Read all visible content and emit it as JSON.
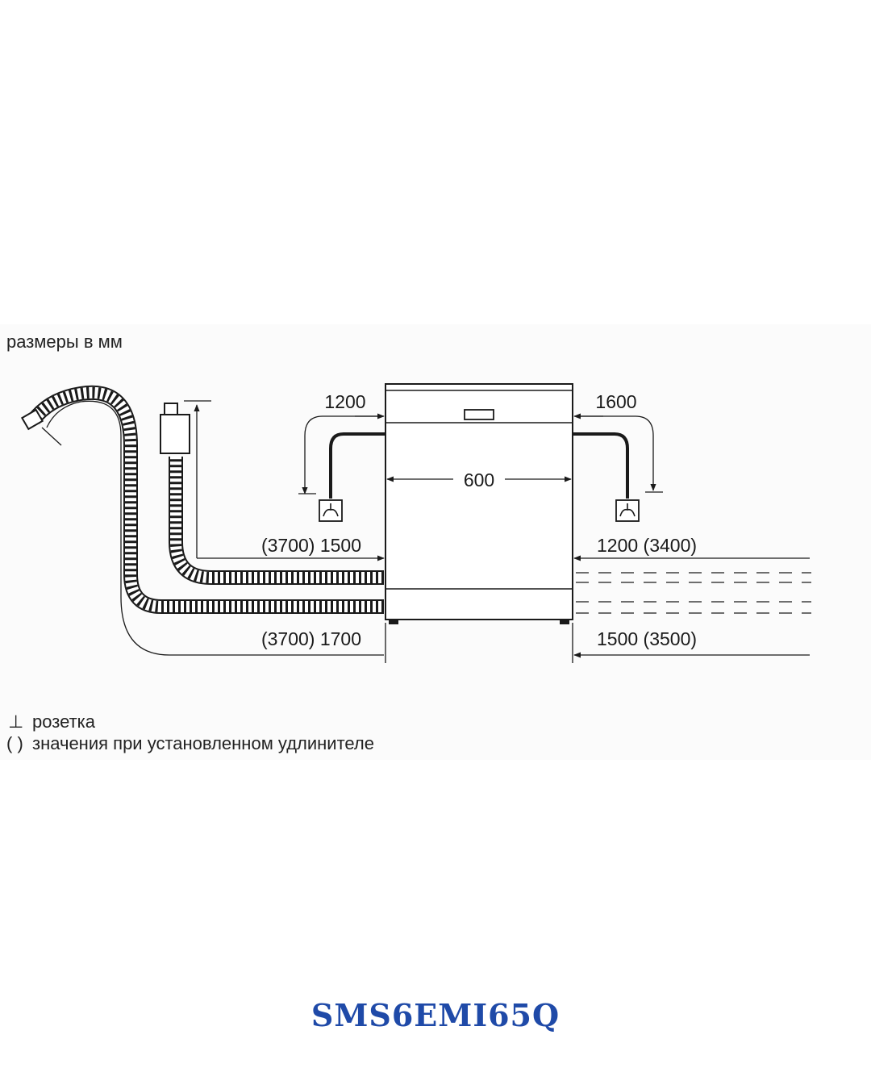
{
  "diagram": {
    "units_note": "размеры в мм",
    "dims": {
      "left_water_top": "1200",
      "right_water_top": "1600",
      "width": "600",
      "left_drain_hose": "(3700) 1500",
      "left_inlet_hose": "(3700) 1700",
      "right_power": "1200 (3400)",
      "right_lower": "1500 (3500)"
    },
    "legend": {
      "socket_symbol": "⊥",
      "socket_label": "розетка",
      "parens_symbol": "( )",
      "parens_label": "значения при установленном удлинителе"
    }
  },
  "model": "SMS6EMI65Q",
  "colors": {
    "line": "#1a1a1a",
    "model_title": "#1f4aa8",
    "panel_bg": "#fbfbfb"
  },
  "icons": {
    "socket": "socket-icon",
    "hose": "corrugated-hose-icon",
    "aquastop": "aquastop-valve-icon"
  }
}
